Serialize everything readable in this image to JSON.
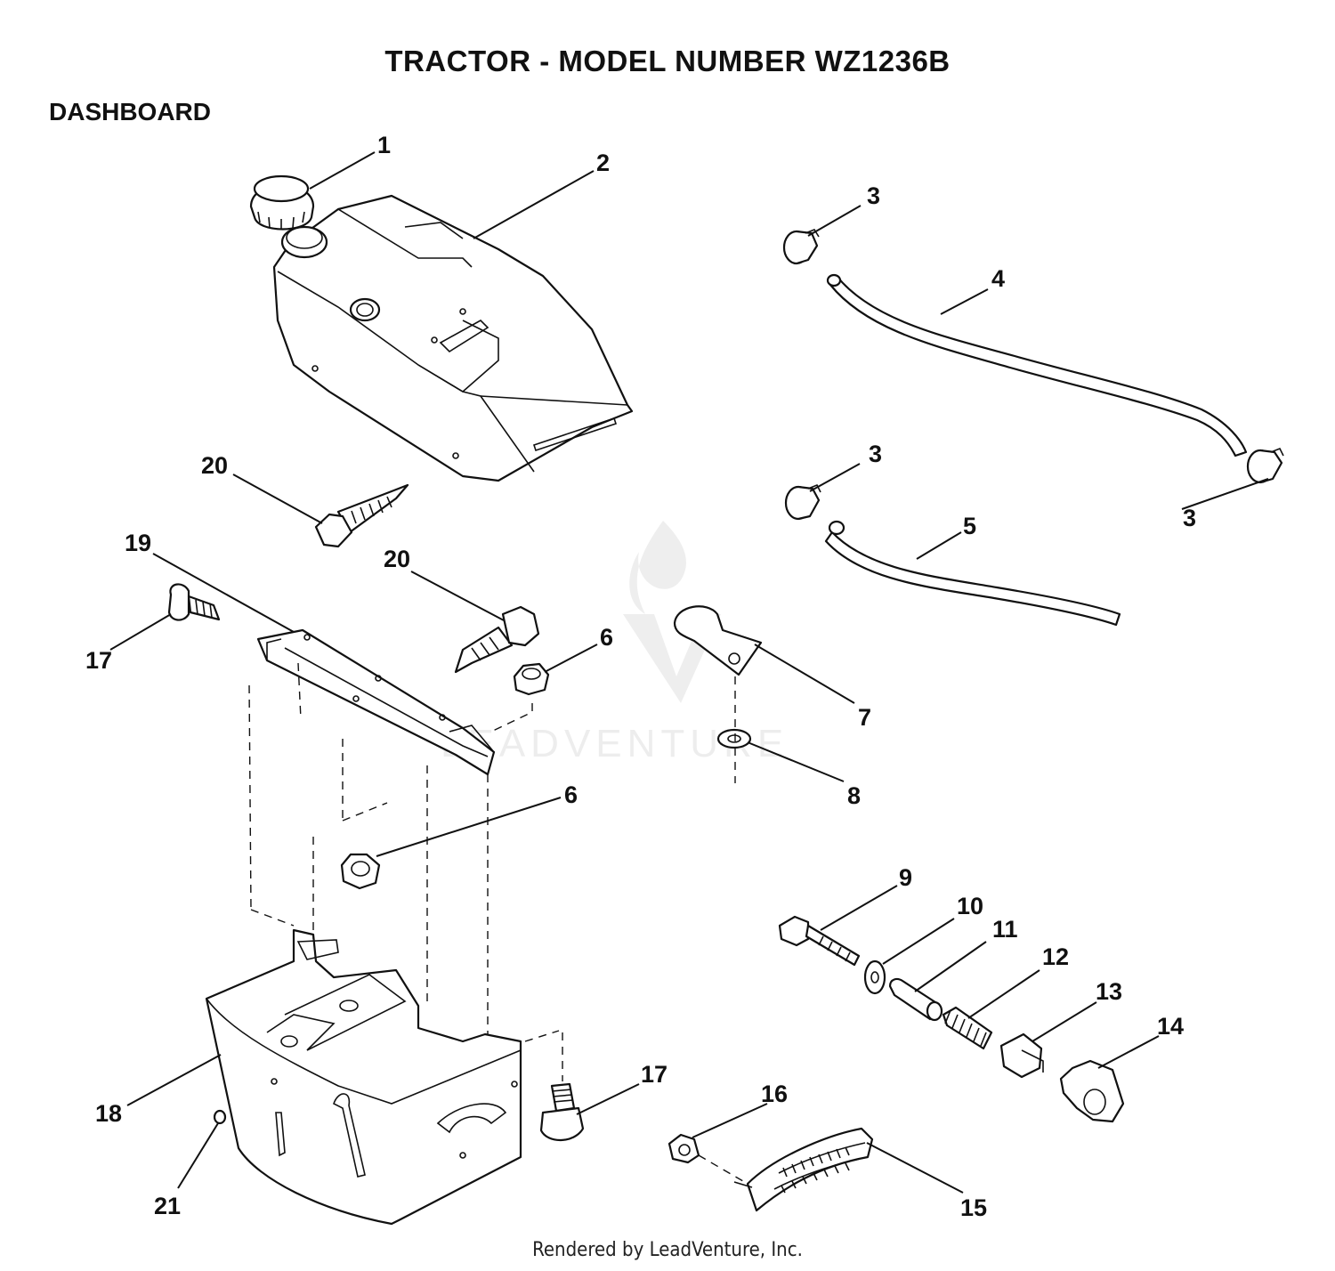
{
  "page": {
    "title": "TRACTOR  - MODEL NUMBER WZ1236B",
    "section": "DASHBOARD",
    "footer": "Rendered by LeadVenture, Inc.",
    "watermark": "LEADVENTURE"
  },
  "callouts": [
    {
      "id": "c1",
      "label": "1"
    },
    {
      "id": "c2",
      "label": "2"
    },
    {
      "id": "c3a",
      "label": "3"
    },
    {
      "id": "c4",
      "label": "4"
    },
    {
      "id": "c3b",
      "label": "3"
    },
    {
      "id": "c3c",
      "label": "3"
    },
    {
      "id": "c5",
      "label": "5"
    },
    {
      "id": "c20a",
      "label": "20"
    },
    {
      "id": "c19",
      "label": "19"
    },
    {
      "id": "c20b",
      "label": "20"
    },
    {
      "id": "c17a",
      "label": "17"
    },
    {
      "id": "c6a",
      "label": "6"
    },
    {
      "id": "c7",
      "label": "7"
    },
    {
      "id": "c8",
      "label": "8"
    },
    {
      "id": "c6b",
      "label": "6"
    },
    {
      "id": "c9",
      "label": "9"
    },
    {
      "id": "c10",
      "label": "10"
    },
    {
      "id": "c11",
      "label": "11"
    },
    {
      "id": "c12",
      "label": "12"
    },
    {
      "id": "c13",
      "label": "13"
    },
    {
      "id": "c14",
      "label": "14"
    },
    {
      "id": "c17b",
      "label": "17"
    },
    {
      "id": "c16",
      "label": "16"
    },
    {
      "id": "c18",
      "label": "18"
    },
    {
      "id": "c21",
      "label": "21"
    },
    {
      "id": "c15",
      "label": "15"
    }
  ]
}
